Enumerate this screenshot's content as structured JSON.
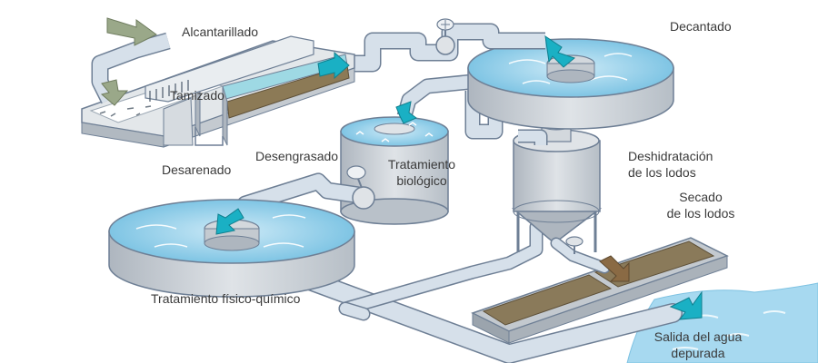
{
  "diagram": {
    "labels": {
      "alcantarillado": "Alcantarillado",
      "tamizado": "Tamizado",
      "desarenado": "Desarenado",
      "desengrasado": "Desengrasado",
      "decantado": "Decantado",
      "tratamiento_biologico": "Tratamiento\nbiológico",
      "deshidratacion": "Deshidratación\nde los lodos",
      "secado": "Secado\nde los lodos",
      "tratamiento_fisico_quimico": "Tratamiento físico-químico",
      "salida": "Salida del agua\ndepurada"
    },
    "colors": {
      "pipe": "#c9d6e4",
      "pipe_edge": "#6e7f95",
      "tank": "#d3d8dd",
      "water": "#8fcbe8",
      "sludge": "#7c6a4c",
      "flow_in": "#9aa889",
      "flow_water": "#1ab0c4",
      "flow_sludge": "#8a6a44",
      "river": "#a7d9f0"
    }
  }
}
